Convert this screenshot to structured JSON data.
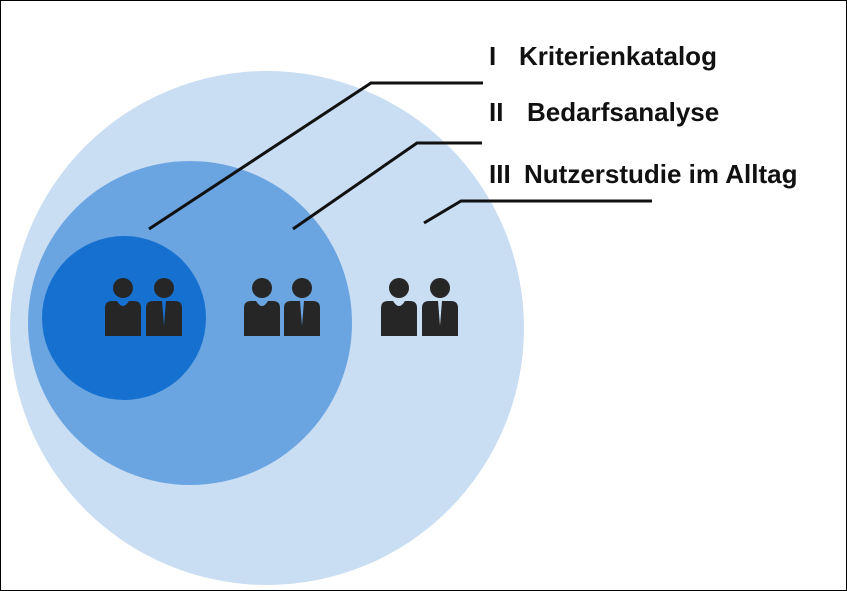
{
  "levels": [
    {
      "numeral": "I",
      "title": "Kriterienkatalog"
    },
    {
      "numeral": "II",
      "title": "Bedarfsanalyse"
    },
    {
      "numeral": "III",
      "title": "Nutzerstudie im Alltag"
    }
  ],
  "colors": {
    "outer_circle": "#c9ddf3",
    "middle_circle": "#6aa5e2",
    "inner_circle": "#1670cf",
    "icons": "#262626",
    "leader_lines": "#111111"
  },
  "icons": [
    "people-icon",
    "people-icon",
    "people-icon"
  ]
}
